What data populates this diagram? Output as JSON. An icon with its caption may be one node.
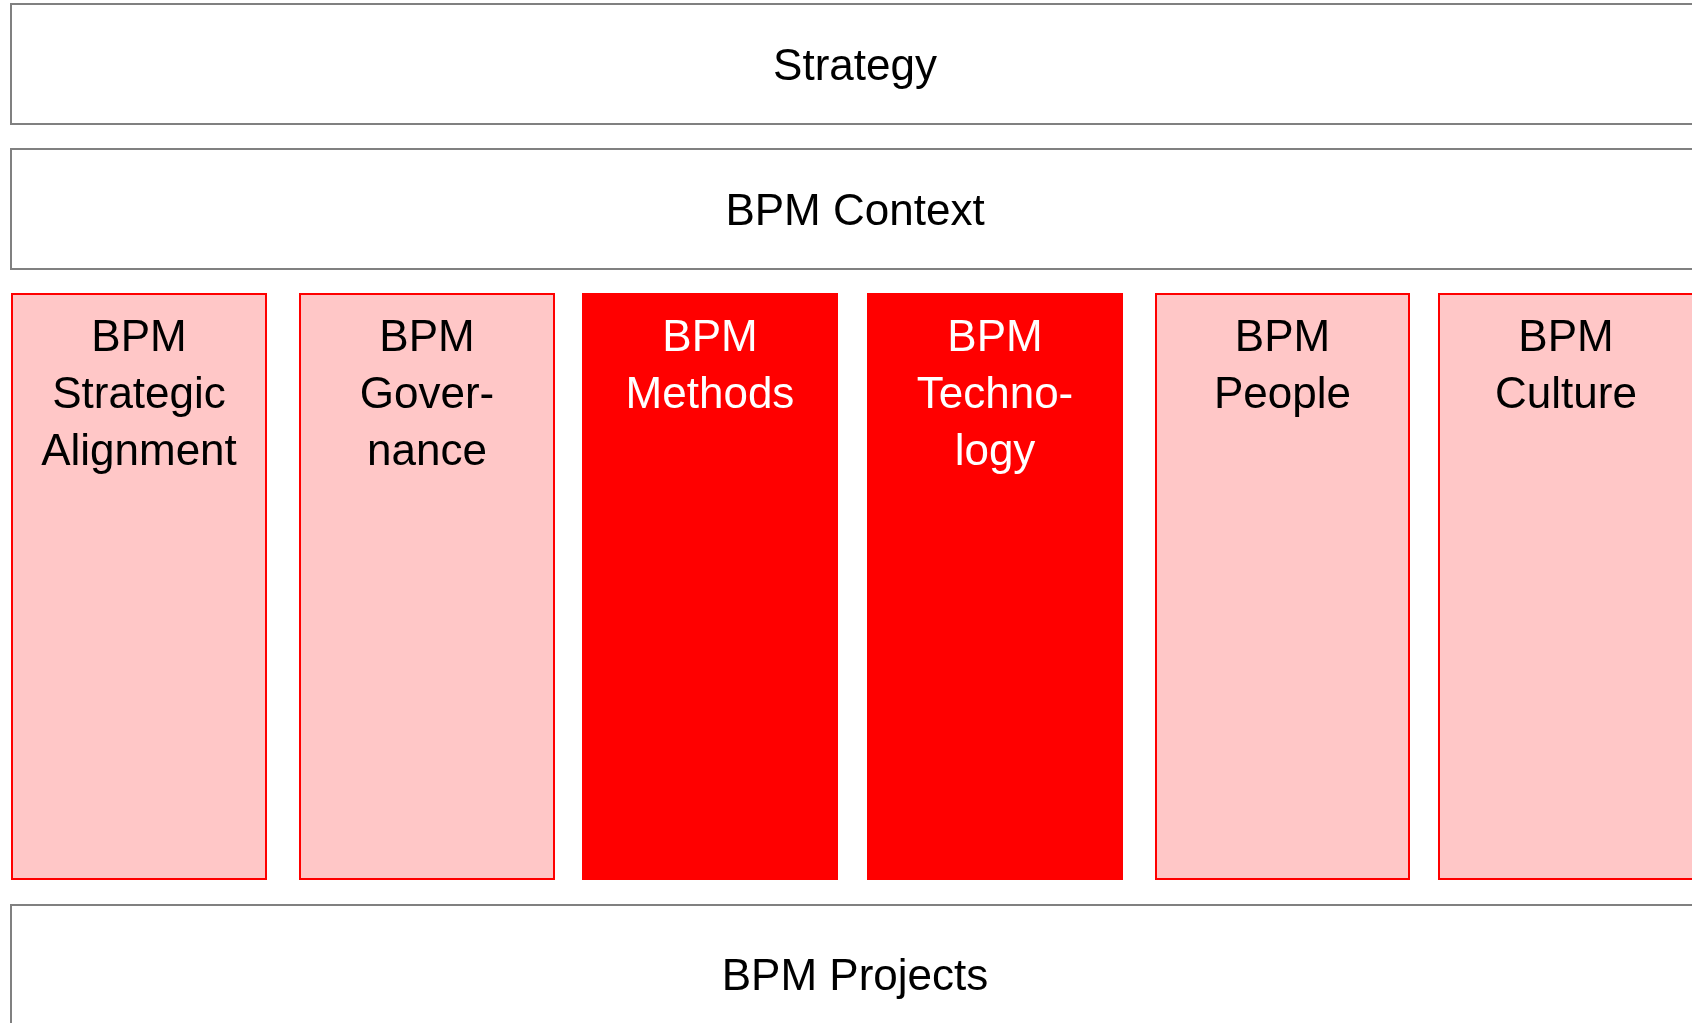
{
  "diagram": {
    "nodes": [
      {
        "text": [
          "Strategy"
        ]
      },
      {
        "text": [
          "BPM Context"
        ]
      },
      {
        "text": [
          "BPM Strategic Alignment"
        ]
      },
      {
        "text": [
          "BPM Gover-nance"
        ]
      },
      {
        "text": [
          "BPM Methods"
        ]
      },
      {
        "text": [
          "BPM Techno-logy"
        ]
      },
      {
        "text": [
          "BPM People"
        ]
      },
      {
        "text": [
          "BPM Culture"
        ]
      },
      {
        "text": [
          "BPM Projects"
        ]
      }
    ]
  }
}
